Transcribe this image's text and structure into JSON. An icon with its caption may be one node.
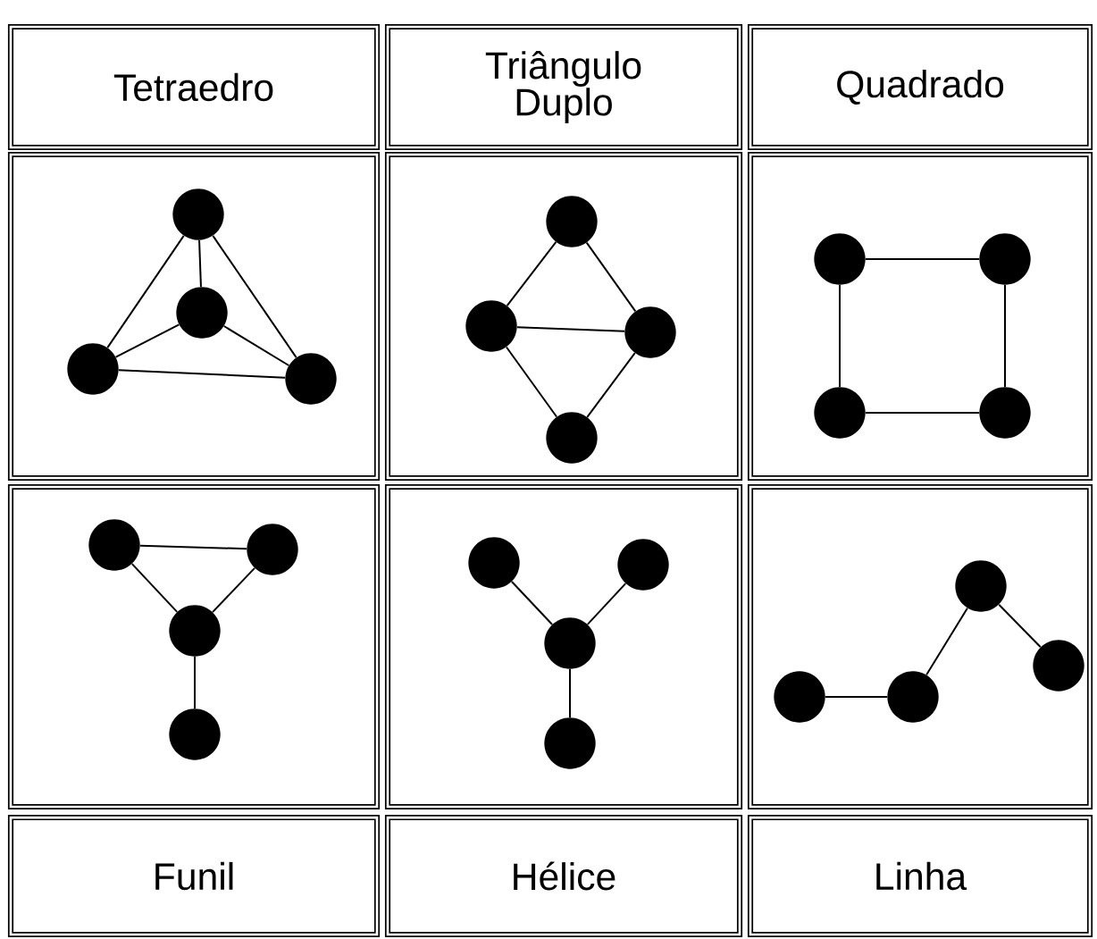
{
  "diagram": {
    "nodes": [
      {
        "text": [
          "Tetraedro"
        ]
      },
      {
        "text": [
          "Triângulo Duplo"
        ]
      },
      {
        "text": [
          "Quadrado"
        ]
      },
      {
        "text": [],
        "shape": "box"
      },
      {
        "text": [],
        "shape": "circle",
        "in": 3
      },
      {
        "text": [],
        "shape": "circle",
        "in": 3
      },
      {
        "text": [],
        "shape": "circle",
        "in": 3
      },
      {
        "text": [],
        "shape": "circle",
        "in": 3
      },
      {
        "text": [],
        "shape": "box"
      },
      {
        "text": [],
        "shape": "circle",
        "in": 8
      },
      {
        "text": [],
        "shape": "circle",
        "in": 8
      },
      {
        "text": [],
        "shape": "circle",
        "in": 8
      },
      {
        "text": [],
        "shape": "circle",
        "in": 8
      },
      {
        "text": [],
        "shape": "box"
      },
      {
        "text": [],
        "shape": "circle",
        "in": 13
      },
      {
        "text": [],
        "shape": "circle",
        "in": 13
      },
      {
        "text": [],
        "shape": "circle",
        "in": 13
      },
      {
        "text": [],
        "shape": "circle",
        "in": 13
      },
      {
        "text": [],
        "shape": "box"
      },
      {
        "text": [],
        "shape": "circle",
        "in": 18
      },
      {
        "text": [],
        "shape": "circle",
        "in": 18
      },
      {
        "text": [],
        "shape": "circle",
        "in": 18
      },
      {
        "text": [],
        "shape": "circle",
        "in": 18
      },
      {
        "text": [],
        "shape": "box"
      },
      {
        "text": [],
        "shape": "circle",
        "in": 23
      },
      {
        "text": [],
        "shape": "circle",
        "in": 23
      },
      {
        "text": [],
        "shape": "circle",
        "in": 23
      },
      {
        "text": [],
        "shape": "circle",
        "in": 23
      },
      {
        "text": [],
        "shape": "box"
      },
      {
        "text": [],
        "shape": "circle",
        "in": 28
      },
      {
        "text": [],
        "shape": "circle",
        "in": 28
      },
      {
        "text": [],
        "shape": "circle",
        "in": 28
      },
      {
        "text": [],
        "shape": "circle",
        "in": 28
      },
      {
        "text": [
          "Funil"
        ]
      },
      {
        "text": [
          "Hélice"
        ]
      },
      {
        "text": [
          "Linha"
        ]
      }
    ],
    "edges": [
      {
        "from": 4,
        "to": 5,
        "arrow": "none"
      },
      {
        "from": 4,
        "to": 6,
        "arrow": "none"
      },
      {
        "from": 4,
        "to": 7,
        "arrow": "none"
      },
      {
        "from": 5,
        "to": 6,
        "arrow": "none"
      },
      {
        "from": 5,
        "to": 7,
        "arrow": "none"
      },
      {
        "from": 6,
        "to": 7,
        "arrow": "none"
      },
      {
        "from": 9,
        "to": 10,
        "arrow": "none"
      },
      {
        "from": 9,
        "to": 11,
        "arrow": "none"
      },
      {
        "from": 10,
        "to": 11,
        "arrow": "none"
      },
      {
        "from": 10,
        "to": 12,
        "arrow": "none"
      },
      {
        "from": 11,
        "to": 12,
        "arrow": "none"
      },
      {
        "from": 14,
        "to": 15,
        "arrow": "none"
      },
      {
        "from": 14,
        "to": 16,
        "arrow": "none"
      },
      {
        "from": 15,
        "to": 17,
        "arrow": "none"
      },
      {
        "from": 16,
        "to": 17,
        "arrow": "none"
      },
      {
        "from": 19,
        "to": 20,
        "arrow": "none"
      },
      {
        "from": 19,
        "to": 21,
        "arrow": "none"
      },
      {
        "from": 20,
        "to": 21,
        "arrow": "none"
      },
      {
        "from": 21,
        "to": 22,
        "arrow": "none"
      },
      {
        "from": 24,
        "to": 26,
        "arrow": "none"
      },
      {
        "from": 25,
        "to": 26,
        "arrow": "none"
      },
      {
        "from": 26,
        "to": 27,
        "arrow": "none"
      },
      {
        "from": 29,
        "to": 30,
        "arrow": "none"
      },
      {
        "from": 30,
        "to": 31,
        "arrow": "none"
      },
      {
        "from": 31,
        "to": 32,
        "arrow": "none"
      }
    ]
  }
}
